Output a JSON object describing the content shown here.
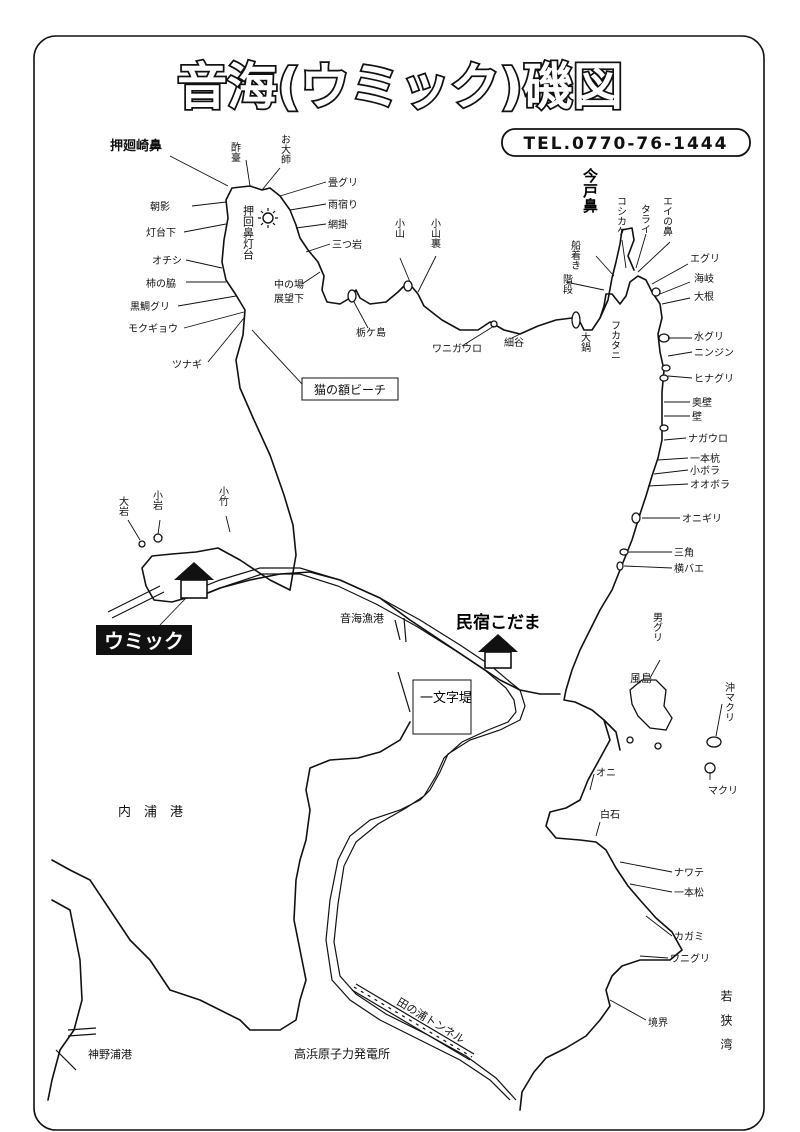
{
  "title": "音海(ウミック)磯図",
  "tel": "TEL.0770-76-1444",
  "places": {
    "oshimawari_bana": "押廻崎鼻",
    "imado_bana": "今戸鼻",
    "umikku": "ウミック",
    "minshuku": "民宿こだま",
    "neko_beach": "猫の額ビーチ",
    "ichimonji": "一文字堤",
    "otomi_gyoko": "音海漁港",
    "uchiura_ko": "内　浦　港",
    "kanno_ura_ko": "神野浦港",
    "plant": "高浜原子力発電所",
    "tunnel": "田の浦トンネル",
    "wakasa_wan": "若　狭　湾",
    "lighthouse": "押回鼻灯台"
  },
  "labels": {
    "yoidai": "酢臺",
    "otaishi": "お大師",
    "asakage": "朝影",
    "todaishita": "灯台下",
    "ochishi": "オチシ",
    "kakinowaki": "柿の脇",
    "kurodaiguri": "黒鯛グリ",
    "mokugiyou": "モクギョウ",
    "tsunagi": "ツナギ",
    "tatamiguri": "畳グリ",
    "amayadori": "雨宿り",
    "amikake": "網掛",
    "mitsuiwa": "三つ岩",
    "nakanoba": "中の場",
    "tenboshita": "展望下",
    "koyama": "小山",
    "koyamaura": "小山裏",
    "tochigashima": "栃ケ島",
    "waniga_uro": "ワニガウロ",
    "hosoya": "細谷",
    "ohnabe": "大鍋",
    "fukatani": "フカタニ",
    "kaidan": "階段",
    "funatsuki": "船着き",
    "koshikake": "コシカケ",
    "tarai": "タライ",
    "einohana": "エイの鼻",
    "eguri": "エグリ",
    "kaiki": "海岐",
    "ohne": "大根",
    "mizuguri": "水グリ",
    "ninjin": "ニンジン",
    "hinaguri": "ヒナグリ",
    "okukabe": "奥壁",
    "kabe": "壁",
    "nagauro": "ナガウロ",
    "ipponkui": "一本杭",
    "kobora": "小ボラ",
    "ohbora": "オオボラ",
    "onigiri": "オニギリ",
    "sankaku": "三角",
    "yokobae": "横バエ",
    "otokoguri": "男グリ",
    "kazashima": "風島",
    "okimakuri": "沖マクリ",
    "makuri": "マクリ",
    "oni": "オニ",
    "shiraishi": "白石",
    "nawate": "ナワテ",
    "ipponmatsu": "一本松",
    "kagami": "カガミ",
    "waniguri": "ワニグリ",
    "kyokai": "境界",
    "ohiwa": "大岩",
    "koiwa": "小岩",
    "kotake": "小竹"
  }
}
